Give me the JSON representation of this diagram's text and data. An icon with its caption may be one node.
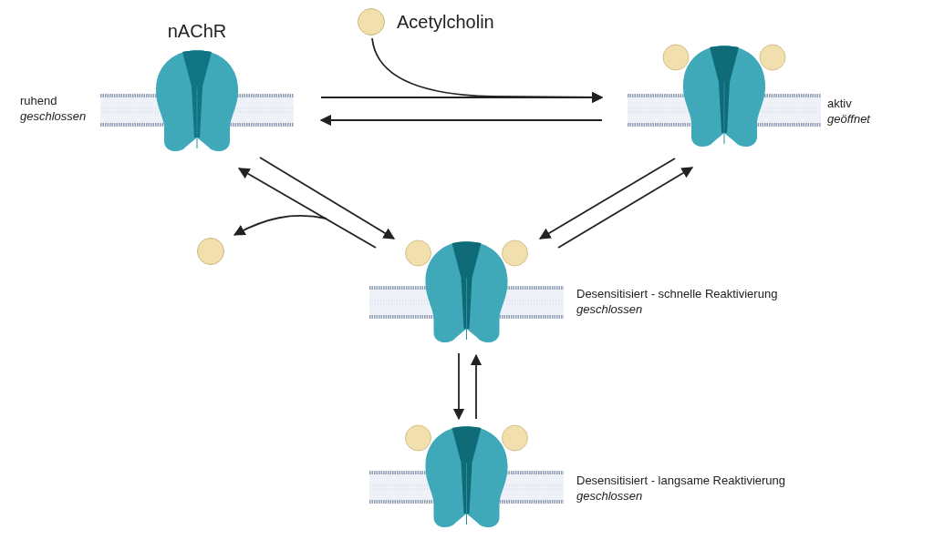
{
  "diagram": {
    "nodes": [
      {
        "text": [
          "nAChR"
        ],
        "beside": [
          "ruhend",
          "geschlossen"
        ]
      },
      {
        "text": [],
        "shape": "picture",
        "beside": [
          "aktiv",
          "geöffnet"
        ]
      },
      {
        "text": [],
        "shape": "picture",
        "beside": [
          "Desensitisiert - schnelle Reaktivierung",
          "geschlossen"
        ]
      },
      {
        "text": [],
        "shape": "picture",
        "beside": [
          "Desensitisiert - langsame Reaktivierung",
          "geschlossen"
        ]
      },
      {
        "text": [],
        "shape": "circle",
        "beside": [
          "Acetylcholin"
        ]
      },
      {
        "text": [],
        "shape": "circle"
      }
    ],
    "edges": [
      {
        "from": 0,
        "to": 1,
        "arrow": "to"
      },
      {
        "from": 1,
        "to": 0,
        "arrow": "to"
      },
      {
        "from": 4,
        "to": 1,
        "arrow": "to"
      },
      {
        "from": 0,
        "to": 2,
        "arrow": "to"
      },
      {
        "from": 2,
        "to": 0,
        "arrow": "to"
      },
      {
        "from": 2,
        "to": 5,
        "arrow": "to"
      },
      {
        "from": 1,
        "to": 2,
        "arrow": "to"
      },
      {
        "from": 2,
        "to": 1,
        "arrow": "to"
      },
      {
        "from": 2,
        "to": 3,
        "arrow": "to"
      },
      {
        "from": 3,
        "to": 2,
        "arrow": "to"
      }
    ]
  }
}
